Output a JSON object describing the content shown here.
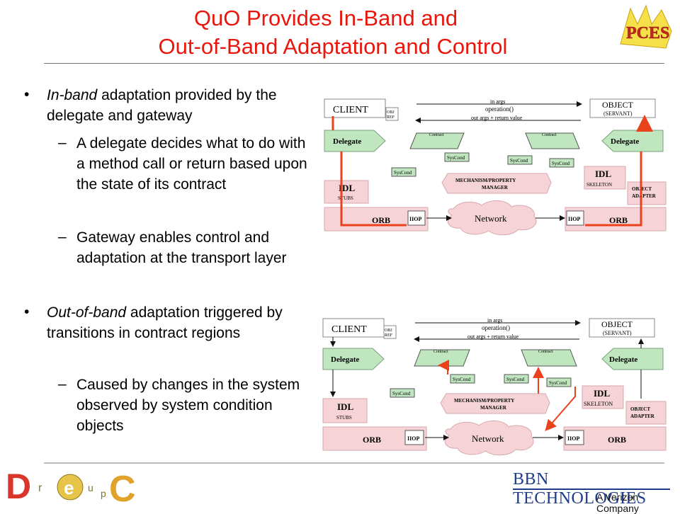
{
  "title": {
    "line1": "QuO Provides In-Band and",
    "line2": "Out-of-Band Adaptation and Control"
  },
  "bullets": {
    "b1": {
      "em": "In-band",
      "rest": " adaptation provided by the delegate and gateway"
    },
    "b1_sub1": "A delegate decides what to do with a method call or return based upon the state of its contract",
    "b1_sub2": "Gateway enables control and adaptation at the transport layer",
    "b2": {
      "em": "Out-of-band",
      "rest": " adaptation triggered by transitions in contract regions"
    },
    "b2_sub1": "Caused by changes in the system observed by system condition objects"
  },
  "diagram": {
    "client": "CLIENT",
    "object": "OBJECT",
    "servant": "(SERVANT)",
    "obj_ref_1": "OBJ",
    "obj_ref_2": "REF",
    "in_args": "in args",
    "operation": "operation()",
    "out_args": "out args + return value",
    "delegate": "Delegate",
    "contract": "Contract",
    "syscond": "SysCond",
    "mech_1": "MECHANISM/PROPERTY",
    "mech_2": "MANAGER",
    "idl": "IDL",
    "stubs": "STUBS",
    "skeleton": "SKELETON",
    "object_adapter_1": "OBJECT",
    "object_adapter_2": "ADAPTER",
    "orb": "ORB",
    "iiop": "IIOP",
    "network": "Network"
  },
  "footer": {
    "logo_letters": [
      "D",
      "r",
      "e",
      "u",
      "p",
      "C"
    ],
    "pces": "PCES",
    "bbn": "BBN TECHNOLOGIES",
    "verizon": "A Verizon Company"
  },
  "colors": {
    "title": "#e8160c",
    "box_fill": "#f6d3d6",
    "box_stroke": "#d5a9ae",
    "green": "#bfe6bf",
    "arrow": "#e9421c"
  }
}
